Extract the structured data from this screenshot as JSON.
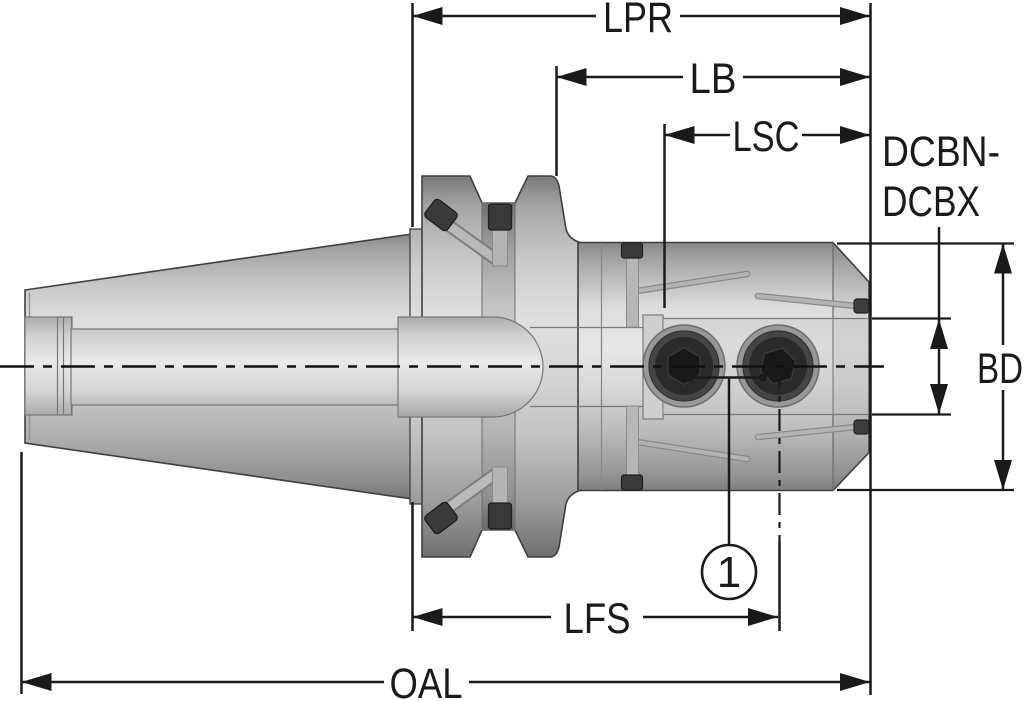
{
  "drawing": {
    "background": "#ffffff",
    "line_color": "#1a1a1a",
    "subject": "tool-holder-side-view-dimension-drawing",
    "labels": {
      "lpr": "LPR",
      "lb": "LB",
      "lsc": "LSC",
      "dcb_line1": "DCBN-",
      "dcb_line2": "DCBX",
      "bd": "BD",
      "lfs": "LFS",
      "oal": "OAL"
    },
    "callout": {
      "number": "1"
    }
  }
}
